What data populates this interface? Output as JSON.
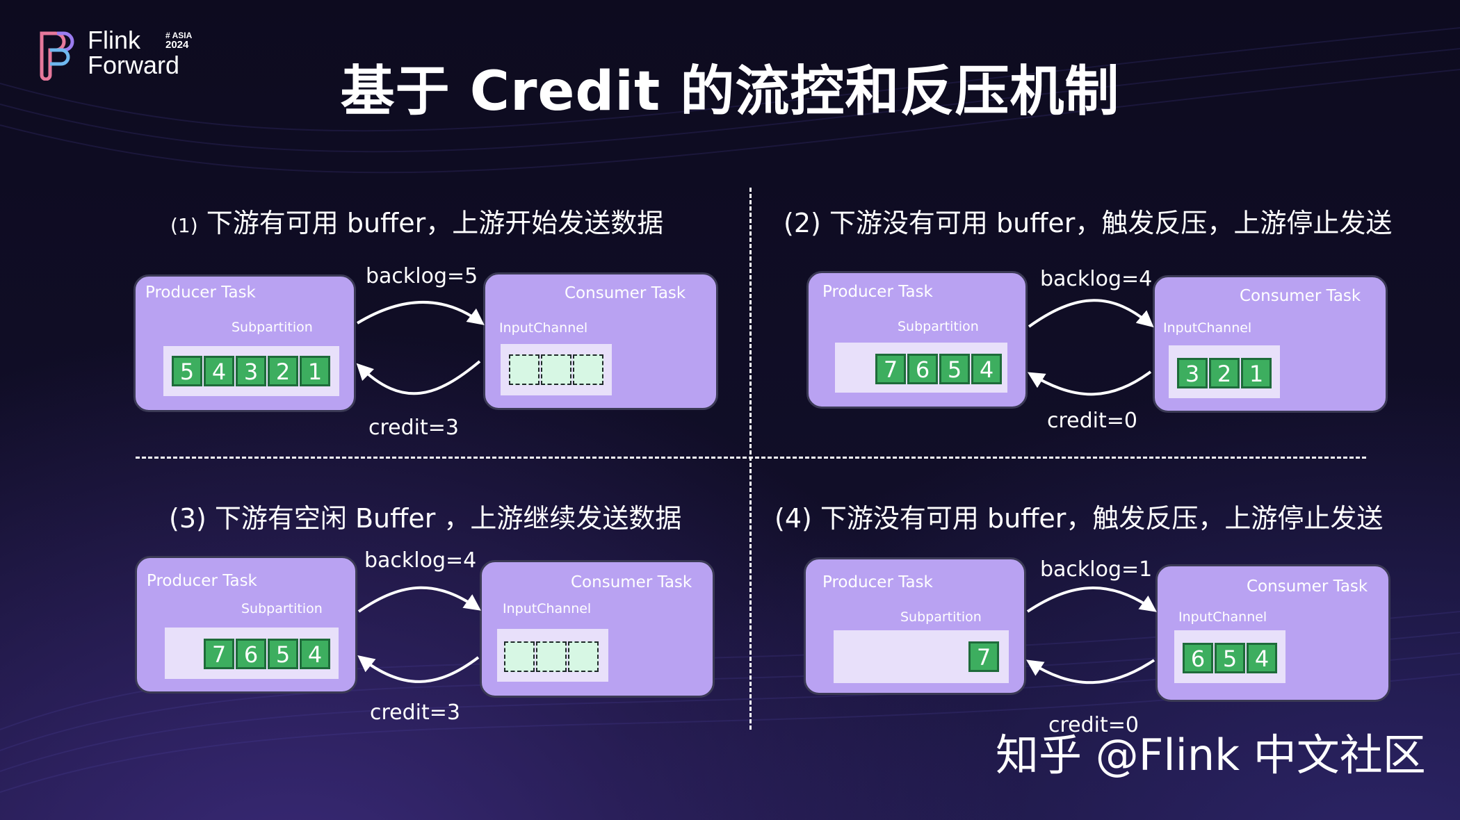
{
  "brand": {
    "name_line1": "Flink",
    "name_line2": "Forward",
    "badge_line1": "# ASIA",
    "badge_line2": "2024"
  },
  "title": "基于 Credit 的流控和反压机制",
  "watermark": "知乎 @Flink 中文社区",
  "quadrants": [
    {
      "caption_num": "(1)",
      "caption": " 下游有可用 buffer，上游开始发送数据",
      "producer": {
        "label": "Producer Task",
        "partition": "Subpartition",
        "buffers": [
          "5",
          "4",
          "3",
          "2",
          "1"
        ]
      },
      "consumer": {
        "label": "Consumer Task",
        "channel": "InputChannel",
        "buffers": [],
        "empty_slots": 3
      },
      "backlog": "backlog=5",
      "credit": "credit=3"
    },
    {
      "caption_num": "(2)",
      "caption": " 下游没有可用 buffer，触发反压，上游停止发送",
      "producer": {
        "label": "Producer Task",
        "partition": "Subpartition",
        "buffers": [
          "7",
          "6",
          "5",
          "4"
        ]
      },
      "consumer": {
        "label": "Consumer Task",
        "channel": "InputChannel",
        "buffers": [
          "3",
          "2",
          "1"
        ],
        "empty_slots": 0
      },
      "backlog": "backlog=4",
      "credit": "credit=0"
    },
    {
      "caption_num": "(3)",
      "caption": " 下游有空闲 Buffer ，上游继续发送数据",
      "producer": {
        "label": "Producer Task",
        "partition": "Subpartition",
        "buffers": [
          "7",
          "6",
          "5",
          "4"
        ]
      },
      "consumer": {
        "label": "Consumer Task",
        "channel": "InputChannel",
        "buffers": [],
        "empty_slots": 3
      },
      "backlog": "backlog=4",
      "credit": "credit=3"
    },
    {
      "caption_num": "(4)",
      "caption": " 下游没有可用 buffer，触发反压，上游停止发送",
      "producer": {
        "label": "Producer Task",
        "partition": "Subpartition",
        "buffers": [
          "7"
        ]
      },
      "consumer": {
        "label": "Consumer Task",
        "channel": "InputChannel",
        "buffers": [
          "6",
          "5",
          "4"
        ],
        "empty_slots": 0
      },
      "backlog": "backlog=1",
      "credit": "credit=0"
    }
  ],
  "colors": {
    "task_fill": "#b9a2f2",
    "buffer_fill": "#3dae5f",
    "empty_buffer_fill": "#d7f7e4",
    "background": "#110e28"
  }
}
